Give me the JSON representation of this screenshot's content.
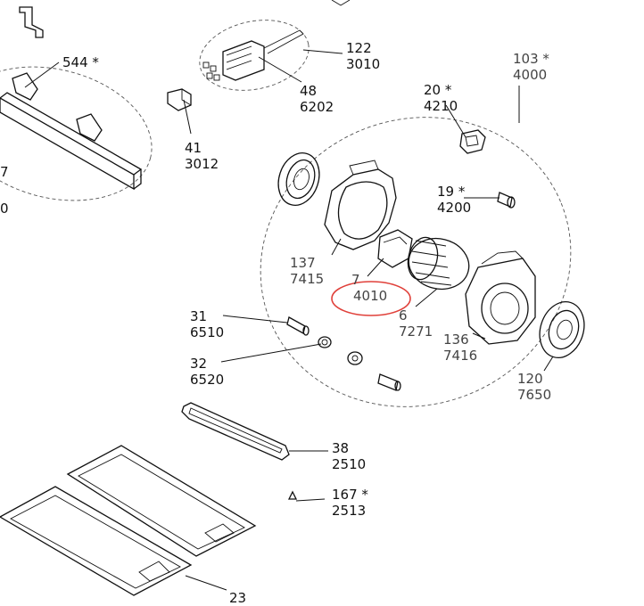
{
  "callouts": [
    {
      "id": "c544",
      "pos": "544 *",
      "code": ""
    },
    {
      "id": "c122",
      "pos": "122",
      "code": "3010"
    },
    {
      "id": "c48",
      "pos": "48",
      "code": "6202"
    },
    {
      "id": "c41",
      "pos": "41",
      "code": "3012"
    },
    {
      "id": "c103",
      "pos": "103 *",
      "code": "4000"
    },
    {
      "id": "c20",
      "pos": "20 *",
      "code": "4210"
    },
    {
      "id": "c19",
      "pos": "19 *",
      "code": "4200"
    },
    {
      "id": "c137",
      "pos": "137",
      "code": "7415"
    },
    {
      "id": "c7",
      "pos": "7",
      "code": "4010"
    },
    {
      "id": "c6",
      "pos": "6",
      "code": "7271"
    },
    {
      "id": "c136",
      "pos": "136",
      "code": "7416"
    },
    {
      "id": "c120",
      "pos": "120",
      "code": "7650"
    },
    {
      "id": "c31",
      "pos": "31",
      "code": "6510"
    },
    {
      "id": "c32",
      "pos": "32",
      "code": "6520"
    },
    {
      "id": "c38",
      "pos": "38",
      "code": "2510"
    },
    {
      "id": "c167",
      "pos": "167 *",
      "code": "2513"
    },
    {
      "id": "c23",
      "pos": "23",
      "code": ""
    }
  ],
  "edge_fragments": {
    "left_a": "7",
    "left_b": "0"
  },
  "highlight": {
    "callout": "c7",
    "color": "#e0403a"
  },
  "colors": {
    "line": "#111111",
    "grey_text": "#444444"
  }
}
